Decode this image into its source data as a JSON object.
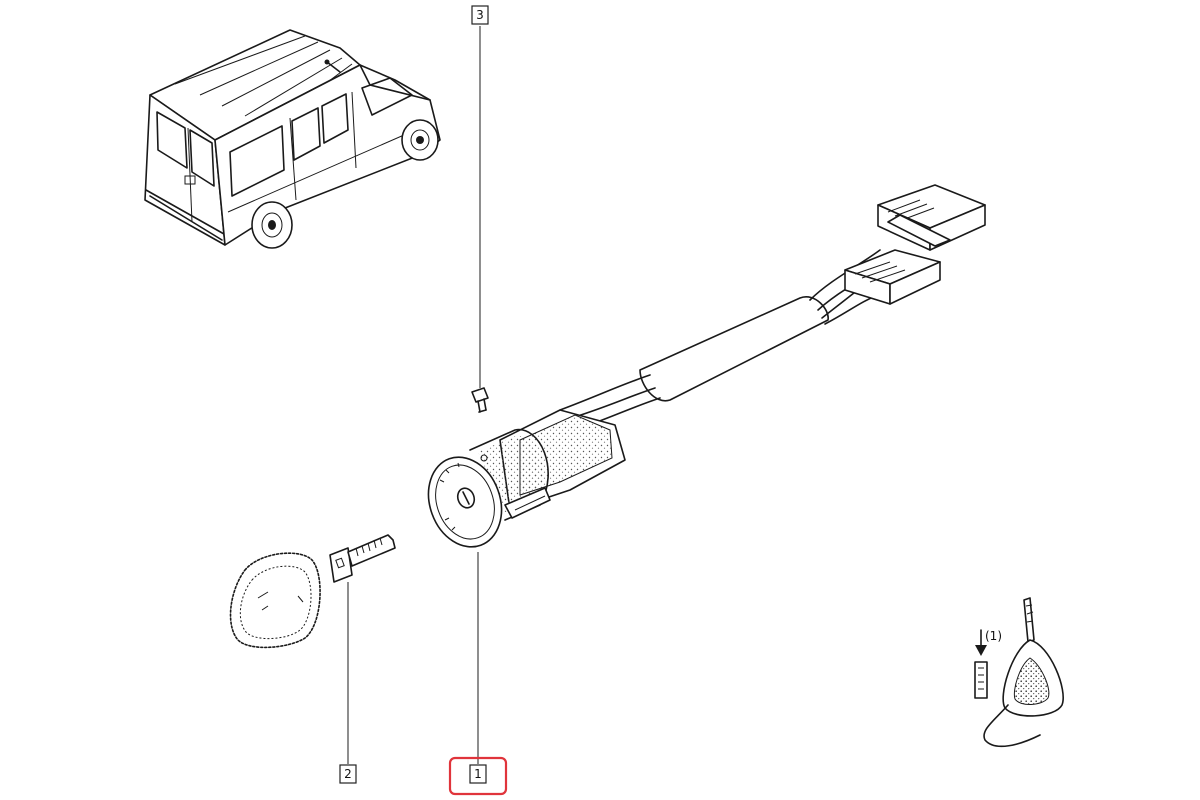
{
  "callouts": [
    {
      "id": "callout-3",
      "label": "3"
    },
    {
      "id": "callout-2",
      "label": "2"
    },
    {
      "id": "callout-1",
      "label": "1",
      "highlighted": true
    }
  ],
  "key_note": "(1)",
  "colors": {
    "line": "#1a1a1a",
    "highlight": "#e0343b",
    "background": "#ffffff"
  }
}
